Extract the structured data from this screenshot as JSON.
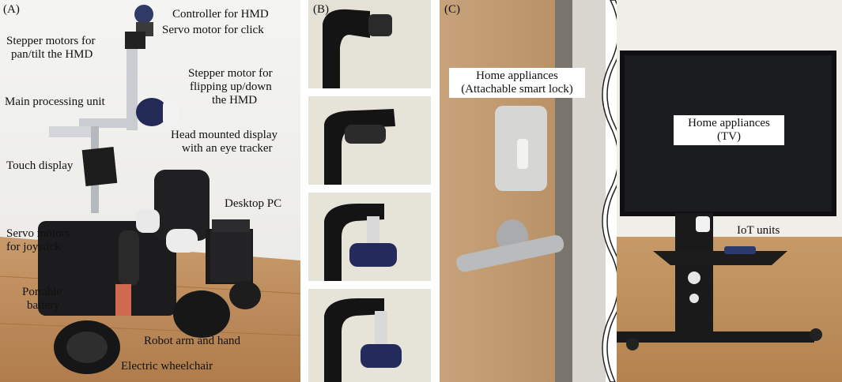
{
  "panels": {
    "a": {
      "letter": "(A)",
      "labels": {
        "controller": "Controller for HMD",
        "servo_click": "Servo motor for click",
        "stepper_pan_1": "Stepper motors for",
        "stepper_pan_2": "pan/tilt the HMD",
        "stepper_flip_1": "Stepper motor for",
        "stepper_flip_2": "flipping up/down",
        "stepper_flip_3": "the HMD",
        "main_unit": "Main processing unit",
        "hmd_1": "Head mounted display",
        "hmd_2": "with an eye tracker",
        "touch": "Touch display",
        "desktop": "Desktop PC",
        "servo_joy_1": "Servo motors",
        "servo_joy_2": "for joystick",
        "battery_1": "Portable",
        "battery_2": "battery",
        "arm": "Robot arm and hand",
        "wheelchair": "Electric wheelchair"
      }
    },
    "b": {
      "letter": "(B)"
    },
    "c": {
      "letter": "(C)",
      "labels": {
        "lock_1": "Home appliances",
        "lock_2": "(Attachable smart lock)",
        "tv_1": "Home appliances",
        "tv_2": "(TV)",
        "iot": "IoT units"
      }
    }
  }
}
